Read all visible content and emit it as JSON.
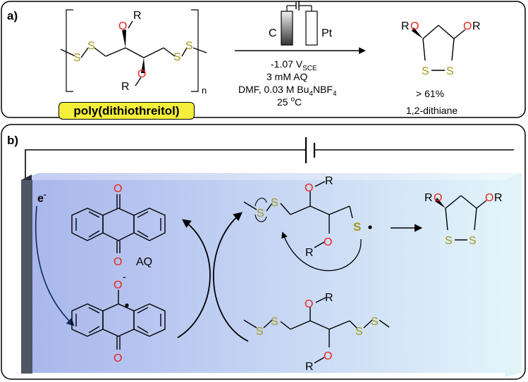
{
  "panel_a": {
    "label": "a)",
    "polymer_badge": "poly(dithiothreitol)",
    "repeat_subscript": "n",
    "electrode_c": "C",
    "electrode_pt": "Pt",
    "potential_value": "-1.07 V",
    "potential_sub": "SCE",
    "condition_aq": "3 mM AQ",
    "condition_solvent_prefix": "DMF, 0.03 M Bu",
    "condition_solvent_sub": "4",
    "condition_solvent_suffix": "NBF",
    "condition_solvent_sub2": "4",
    "temperature": "25 ",
    "temperature_sup": "o",
    "temperature_unit": "C",
    "yield": "> 61%",
    "product_name": "1,2-dithiane"
  },
  "panel_b": {
    "label": "b)",
    "electron": "e",
    "electron_sup": "-",
    "aq_label": "AQ",
    "radical_anion_charge": "-"
  },
  "atoms": {
    "oxygen": "O",
    "sulfur": "S",
    "r_group_prefix": "R",
    "r_group_suffix": "R"
  },
  "colors": {
    "oxygen": "#e8231b",
    "sulfur": "#a3971a",
    "badge": "#f4ef3a",
    "panel_gradient_start": "#a9b6ec",
    "panel_gradient_end": "#e3f6fb"
  }
}
